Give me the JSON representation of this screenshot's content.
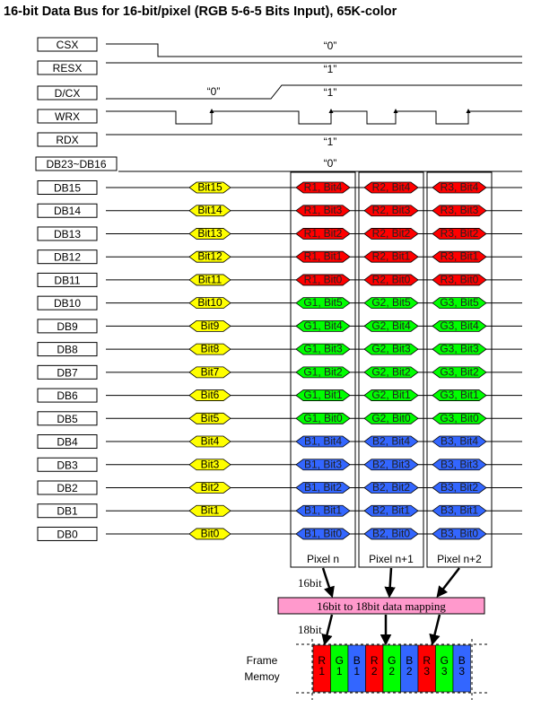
{
  "title": "16-bit Data Bus for 16-bit/pixel (RGB 5-6-5 Bits Input), 65K-color",
  "signals": {
    "csx": {
      "name": "CSX",
      "level": "“0”"
    },
    "resx": {
      "name": "RESX",
      "level": "“1”"
    },
    "dcx": {
      "name": "D/CX",
      "level_low": "“0”",
      "level_high": "“1”"
    },
    "wrx": {
      "name": "WRX"
    },
    "rdx": {
      "name": "RDX",
      "level": "“1”"
    },
    "dbhigh": {
      "name": "DB23~DB16",
      "level": "“0”"
    }
  },
  "bus": [
    {
      "name": "DB15",
      "cmd": "Bit15",
      "p": [
        "R1, Bit4",
        "R2, Bit4",
        "R3, Bit4"
      ]
    },
    {
      "name": "DB14",
      "cmd": "Bit14",
      "p": [
        "R1, Bit3",
        "R2, Bit3",
        "R3, Bit3"
      ]
    },
    {
      "name": "DB13",
      "cmd": "Bit13",
      "p": [
        "R1, Bit2",
        "R2, Bit2",
        "R3, Bit2"
      ]
    },
    {
      "name": "DB12",
      "cmd": "Bit12",
      "p": [
        "R1, Bit1",
        "R2, Bit1",
        "R3, Bit1"
      ]
    },
    {
      "name": "DB11",
      "cmd": "Bit11",
      "p": [
        "R1, Bit0",
        "R2, Bit0",
        "R3, Bit0"
      ]
    },
    {
      "name": "DB10",
      "cmd": "Bit10",
      "p": [
        "G1, Bit5",
        "G2, Bit5",
        "G3, Bit5"
      ]
    },
    {
      "name": "DB9",
      "cmd": "Bit9",
      "p": [
        "G1, Bit4",
        "G2, Bit4",
        "G3, Bit4"
      ]
    },
    {
      "name": "DB8",
      "cmd": "Bit8",
      "p": [
        "G1, Bit3",
        "G2, Bit3",
        "G3, Bit3"
      ]
    },
    {
      "name": "DB7",
      "cmd": "Bit7",
      "p": [
        "G1, Bit2",
        "G2, Bit2",
        "G3, Bit2"
      ]
    },
    {
      "name": "DB6",
      "cmd": "Bit6",
      "p": [
        "G1, Bit1",
        "G2, Bit1",
        "G3, Bit1"
      ]
    },
    {
      "name": "DB5",
      "cmd": "Bit5",
      "p": [
        "G1, Bit0",
        "G2, Bit0",
        "G3, Bit0"
      ]
    },
    {
      "name": "DB4",
      "cmd": "Bit4",
      "p": [
        "B1, Bit4",
        "B2, Bit4",
        "B3, Bit4"
      ]
    },
    {
      "name": "DB3",
      "cmd": "Bit3",
      "p": [
        "B1, Bit3",
        "B2, Bit3",
        "B3, Bit3"
      ]
    },
    {
      "name": "DB2",
      "cmd": "Bit2",
      "p": [
        "B1, Bit2",
        "B2, Bit2",
        "B3, Bit2"
      ]
    },
    {
      "name": "DB1",
      "cmd": "Bit1",
      "p": [
        "B1, Bit1",
        "B2, Bit1",
        "B3, Bit1"
      ]
    },
    {
      "name": "DB0",
      "cmd": "Bit0",
      "p": [
        "B1, Bit0",
        "B2, Bit0",
        "B3, Bit0"
      ]
    }
  ],
  "pixels": [
    "Pixel n",
    "Pixel n+1",
    "Pixel n+2"
  ],
  "bus_width_in": "16bit",
  "mapping_label": "16bit to 18bit data mapping",
  "bus_width_out": "18bit",
  "frame_memory": {
    "label_line1": "Frame",
    "label_line2": "Memoy",
    "cells": [
      {
        "c": "R",
        "n": "1"
      },
      {
        "c": "G",
        "n": "1"
      },
      {
        "c": "B",
        "n": "1"
      },
      {
        "c": "R",
        "n": "2"
      },
      {
        "c": "G",
        "n": "2"
      },
      {
        "c": "B",
        "n": "2"
      },
      {
        "c": "R",
        "n": "3"
      },
      {
        "c": "G",
        "n": "3"
      },
      {
        "c": "B",
        "n": "3"
      }
    ]
  },
  "colors": {
    "cmd_fill": "#ffff00",
    "red": "#ff0000",
    "green": "#00ff00",
    "blue": "#3366ff",
    "mapping_fill": "#ff99cc",
    "line": "#000000"
  }
}
